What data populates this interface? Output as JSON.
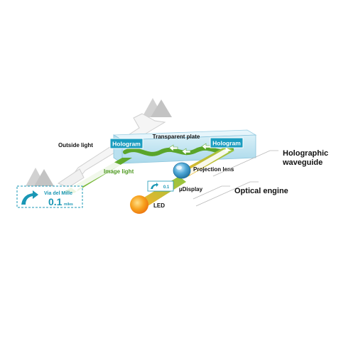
{
  "labels": {
    "transparent_plate": "Transparent plate",
    "hologram_left": "Hologram",
    "hologram_right": "Hologram",
    "outside_light": "Outside light",
    "image_light": "Image light",
    "projection_lens": "Projection lens",
    "micro_display": "µDisplay",
    "led": "LED",
    "holographic_waveguide_line1": "Holographic",
    "holographic_waveguide_line2": "waveguide",
    "optical_engine": "Optical engine"
  },
  "nav_display": {
    "street": "Via del Mille",
    "distance": "0.1",
    "unit": "miles"
  },
  "colors": {
    "plate": "#bfe4f2",
    "hologram": "#1b9dc0",
    "green_beam": "#6cb52d",
    "led": "#f39a1e",
    "nav_teal": "#1a97b5"
  }
}
